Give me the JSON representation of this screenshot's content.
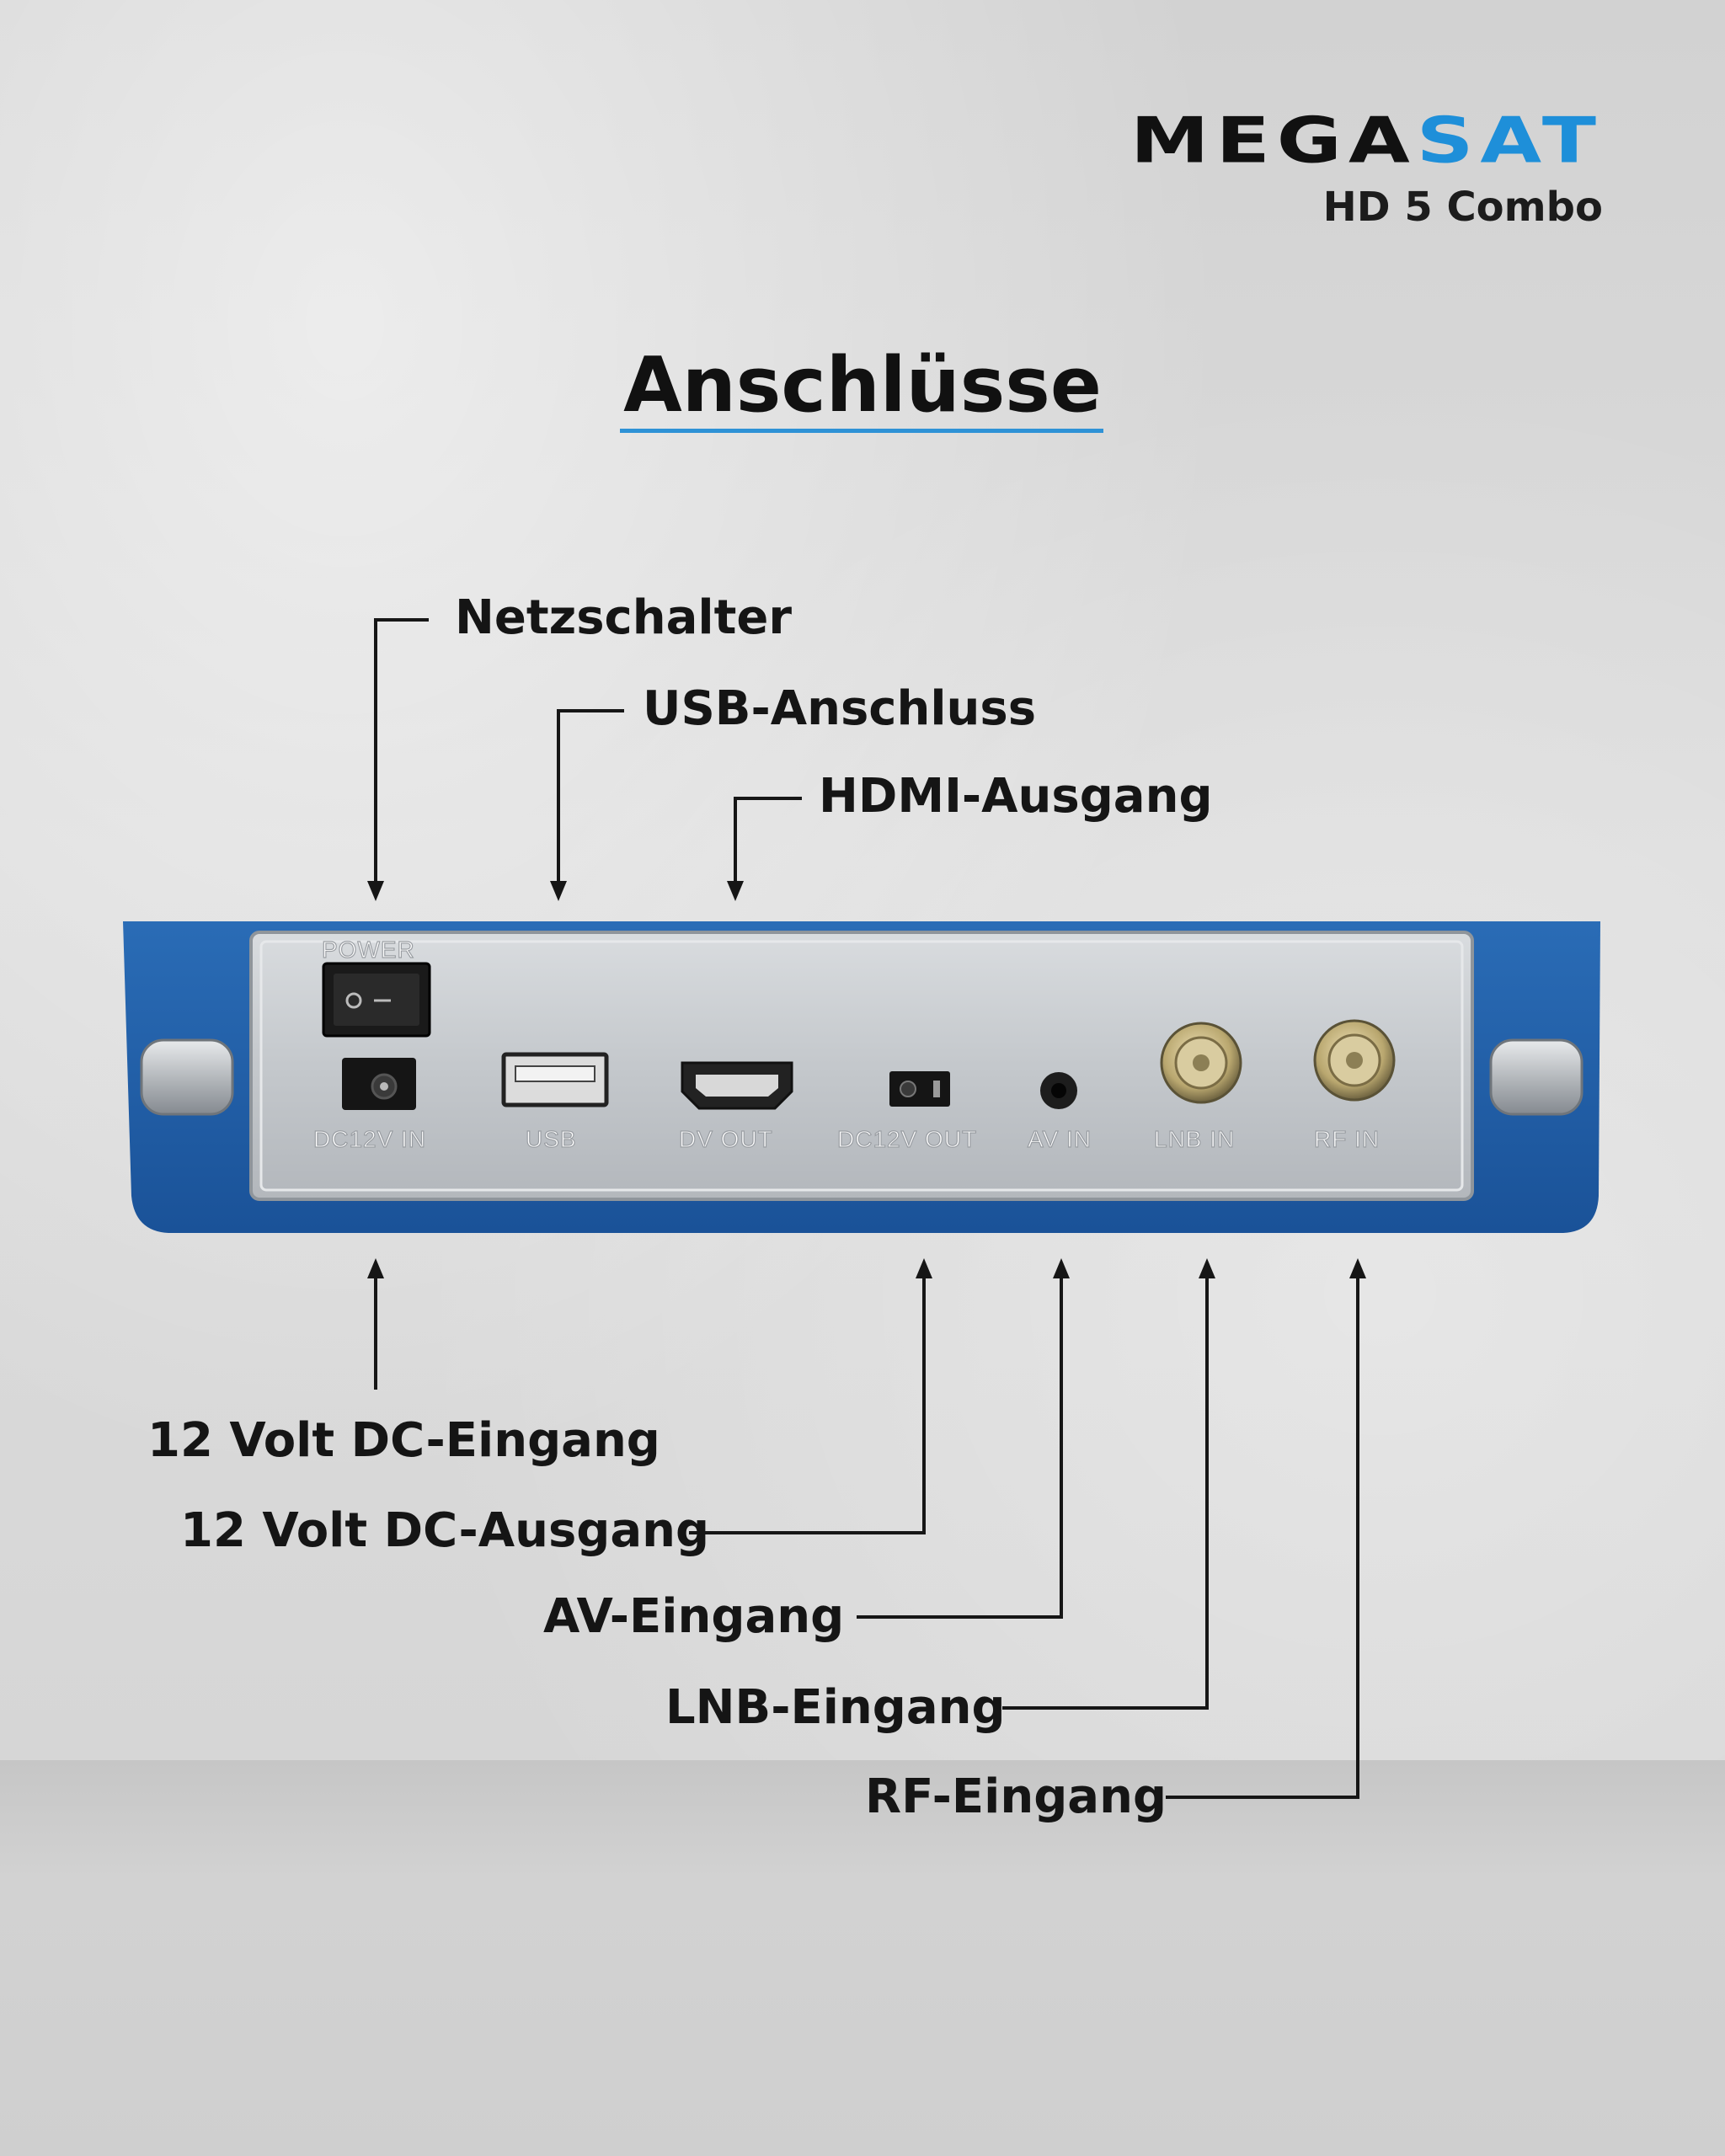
{
  "brand": {
    "name_part1": "MEGA",
    "name_part2": "SAT",
    "model": "HD 5 Combo",
    "accent_color": "#1e8fd9"
  },
  "title": "Anschlüsse",
  "device": {
    "body_color": "#1f5fa8",
    "panel_color": "#c9cdd1",
    "power_label": "POWER",
    "port_labels": [
      "DC12V IN",
      "USB",
      "DV OUT",
      "DC12V OUT",
      "AV IN",
      "LNB IN",
      "RF IN"
    ]
  },
  "callouts": {
    "top": [
      "Netzschalter",
      "USB-Anschluss",
      "HDMI-Ausgang"
    ],
    "bottom": [
      "12 Volt DC-Eingang",
      "12 Volt DC-Ausgang",
      "AV-Eingang",
      "LNB-Eingang",
      "RF-Eingang"
    ]
  }
}
